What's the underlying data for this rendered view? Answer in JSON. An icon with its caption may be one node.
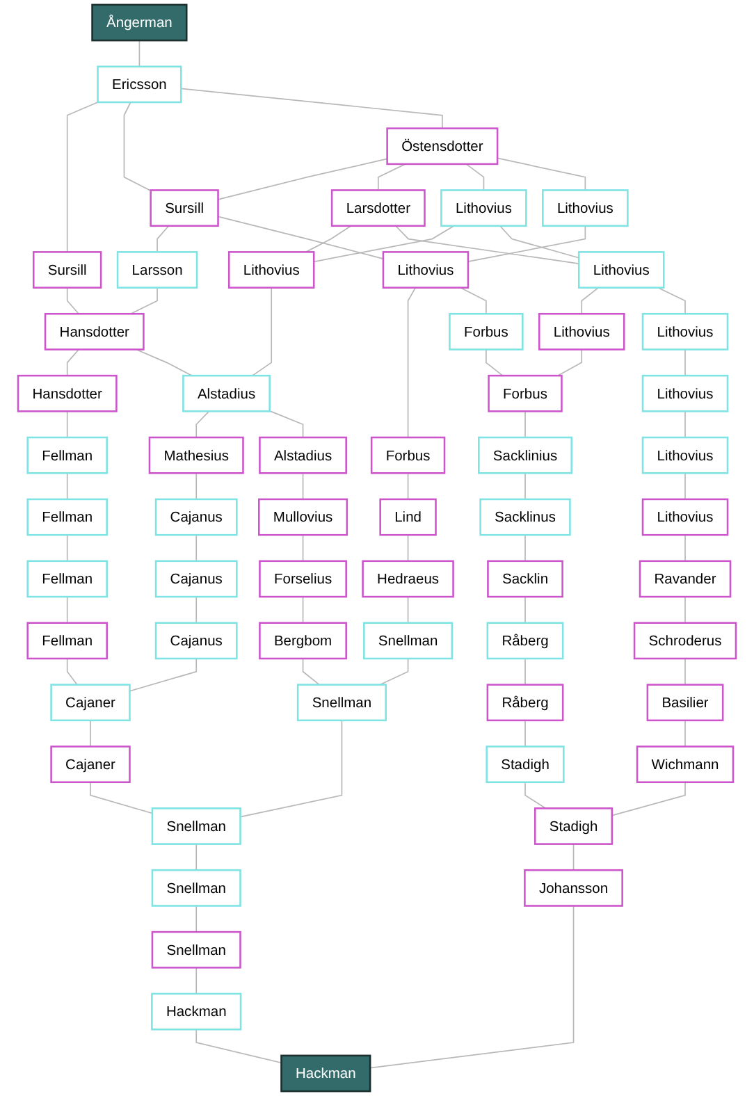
{
  "diagram": {
    "nodes": [
      {
        "text": [
          "Ångerman"
        ]
      },
      {
        "text": [
          "Ericsson"
        ]
      },
      {
        "text": [
          "Sursill"
        ]
      },
      {
        "text": [
          "Sursill"
        ]
      },
      {
        "text": [
          "Östensdotter"
        ]
      },
      {
        "text": [
          "Larsson"
        ]
      },
      {
        "text": [
          "Larsdotter"
        ]
      },
      {
        "text": [
          "Lithovius"
        ]
      },
      {
        "text": [
          "Lithovius"
        ]
      },
      {
        "text": [
          "Hansdotter"
        ]
      },
      {
        "text": [
          "Hansdotter"
        ]
      },
      {
        "text": [
          "Lithovius"
        ]
      },
      {
        "text": [
          "Lithovius"
        ]
      },
      {
        "text": [
          "Lithovius"
        ]
      },
      {
        "text": [
          "Alstadius"
        ]
      },
      {
        "text": [
          "Fellman"
        ]
      },
      {
        "text": [
          "Mathesius"
        ]
      },
      {
        "text": [
          "Forbus"
        ]
      },
      {
        "text": [
          "Forbus"
        ]
      },
      {
        "text": [
          "Lithovius"
        ]
      },
      {
        "text": [
          "Lithovius"
        ]
      },
      {
        "text": [
          "Alstadius"
        ]
      },
      {
        "text": [
          "Cajanus"
        ]
      },
      {
        "text": [
          "Fellman"
        ]
      },
      {
        "text": [
          "Forbus"
        ]
      },
      {
        "text": [
          "Lithovius"
        ]
      },
      {
        "text": [
          "Lind"
        ]
      },
      {
        "text": [
          "Mullovius"
        ]
      },
      {
        "text": [
          "Cajanus"
        ]
      },
      {
        "text": [
          "Fellman"
        ]
      },
      {
        "text": [
          "Sacklinius"
        ]
      },
      {
        "text": [
          "Lithovius"
        ]
      },
      {
        "text": [
          "Hedraeus"
        ]
      },
      {
        "text": [
          "Forselius"
        ]
      },
      {
        "text": [
          "Cajanus"
        ]
      },
      {
        "text": [
          "Fellman"
        ]
      },
      {
        "text": [
          "Sacklinus"
        ]
      },
      {
        "text": [
          "Lithovius"
        ]
      },
      {
        "text": [
          "Bergbom"
        ]
      },
      {
        "text": [
          "Snellman"
        ]
      },
      {
        "text": [
          "Cajaner"
        ]
      },
      {
        "text": [
          "Sacklin"
        ]
      },
      {
        "text": [
          "Ravander"
        ]
      },
      {
        "text": [
          "Snellman"
        ]
      },
      {
        "text": [
          "Cajaner"
        ]
      },
      {
        "text": [
          "Råberg"
        ]
      },
      {
        "text": [
          "Schroderus"
        ]
      },
      {
        "text": [
          "Snellman"
        ]
      },
      {
        "text": [
          "Råberg"
        ]
      },
      {
        "text": [
          "Basilier"
        ]
      },
      {
        "text": [
          "Snellman"
        ]
      },
      {
        "text": [
          "Stadigh"
        ]
      },
      {
        "text": [
          "Wichmann"
        ]
      },
      {
        "text": [
          "Snellman"
        ]
      },
      {
        "text": [
          "Stadigh"
        ]
      },
      {
        "text": [
          "Hackman"
        ]
      },
      {
        "text": [
          "Johansson"
        ]
      },
      {
        "text": [
          "Hackman"
        ]
      }
    ],
    "edges": [
      {
        "from": 0,
        "to": 1,
        "arrow": "none"
      },
      {
        "from": 1,
        "to": 2,
        "arrow": "none"
      },
      {
        "from": 1,
        "to": 3,
        "arrow": "none"
      },
      {
        "from": 1,
        "to": 4,
        "arrow": "none"
      },
      {
        "from": 4,
        "to": 3,
        "arrow": "none"
      },
      {
        "from": 4,
        "to": 6,
        "arrow": "none"
      },
      {
        "from": 4,
        "to": 7,
        "arrow": "none"
      },
      {
        "from": 4,
        "to": 8,
        "arrow": "none"
      },
      {
        "from": 2,
        "to": 9,
        "arrow": "none"
      },
      {
        "from": 3,
        "to": 5,
        "arrow": "none"
      },
      {
        "from": 3,
        "to": 12,
        "arrow": "none"
      },
      {
        "from": 5,
        "to": 9,
        "arrow": "none"
      },
      {
        "from": 6,
        "to": 11,
        "arrow": "none"
      },
      {
        "from": 6,
        "to": 13,
        "arrow": "none"
      },
      {
        "from": 7,
        "to": 11,
        "arrow": "none"
      },
      {
        "from": 7,
        "to": 13,
        "arrow": "none"
      },
      {
        "from": 8,
        "to": 12,
        "arrow": "none"
      },
      {
        "from": 9,
        "to": 10,
        "arrow": "none"
      },
      {
        "from": 9,
        "to": 14,
        "arrow": "none"
      },
      {
        "from": 11,
        "to": 14,
        "arrow": "none"
      },
      {
        "from": 10,
        "to": 15,
        "arrow": "none"
      },
      {
        "from": 14,
        "to": 16,
        "arrow": "none"
      },
      {
        "from": 14,
        "to": 21,
        "arrow": "none"
      },
      {
        "from": 12,
        "to": 17,
        "arrow": "none"
      },
      {
        "from": 12,
        "to": 18,
        "arrow": "none"
      },
      {
        "from": 13,
        "to": 19,
        "arrow": "none"
      },
      {
        "from": 13,
        "to": 20,
        "arrow": "none"
      },
      {
        "from": 15,
        "to": 23,
        "arrow": "none"
      },
      {
        "from": 16,
        "to": 22,
        "arrow": "none"
      },
      {
        "from": 17,
        "to": 26,
        "arrow": "none"
      },
      {
        "from": 18,
        "to": 24,
        "arrow": "none"
      },
      {
        "from": 19,
        "to": 24,
        "arrow": "none"
      },
      {
        "from": 20,
        "to": 25,
        "arrow": "none"
      },
      {
        "from": 21,
        "to": 27,
        "arrow": "none"
      },
      {
        "from": 22,
        "to": 28,
        "arrow": "none"
      },
      {
        "from": 23,
        "to": 29,
        "arrow": "none"
      },
      {
        "from": 24,
        "to": 30,
        "arrow": "none"
      },
      {
        "from": 25,
        "to": 31,
        "arrow": "none"
      },
      {
        "from": 26,
        "to": 32,
        "arrow": "none"
      },
      {
        "from": 27,
        "to": 33,
        "arrow": "none"
      },
      {
        "from": 28,
        "to": 34,
        "arrow": "none"
      },
      {
        "from": 29,
        "to": 35,
        "arrow": "none"
      },
      {
        "from": 30,
        "to": 36,
        "arrow": "none"
      },
      {
        "from": 31,
        "to": 37,
        "arrow": "none"
      },
      {
        "from": 32,
        "to": 39,
        "arrow": "none"
      },
      {
        "from": 33,
        "to": 38,
        "arrow": "none"
      },
      {
        "from": 34,
        "to": 40,
        "arrow": "none"
      },
      {
        "from": 35,
        "to": 40,
        "arrow": "none"
      },
      {
        "from": 36,
        "to": 41,
        "arrow": "none"
      },
      {
        "from": 37,
        "to": 42,
        "arrow": "none"
      },
      {
        "from": 38,
        "to": 43,
        "arrow": "none"
      },
      {
        "from": 39,
        "to": 43,
        "arrow": "none"
      },
      {
        "from": 40,
        "to": 44,
        "arrow": "none"
      },
      {
        "from": 41,
        "to": 45,
        "arrow": "none"
      },
      {
        "from": 42,
        "to": 46,
        "arrow": "none"
      },
      {
        "from": 43,
        "to": 47,
        "arrow": "none"
      },
      {
        "from": 44,
        "to": 47,
        "arrow": "none"
      },
      {
        "from": 45,
        "to": 48,
        "arrow": "none"
      },
      {
        "from": 46,
        "to": 49,
        "arrow": "none"
      },
      {
        "from": 47,
        "to": 50,
        "arrow": "none"
      },
      {
        "from": 48,
        "to": 51,
        "arrow": "none"
      },
      {
        "from": 49,
        "to": 52,
        "arrow": "none"
      },
      {
        "from": 50,
        "to": 53,
        "arrow": "none"
      },
      {
        "from": 51,
        "to": 54,
        "arrow": "none"
      },
      {
        "from": 52,
        "to": 54,
        "arrow": "none"
      },
      {
        "from": 53,
        "to": 55,
        "arrow": "none"
      },
      {
        "from": 54,
        "to": 56,
        "arrow": "none"
      },
      {
        "from": 55,
        "to": 57,
        "arrow": "none"
      },
      {
        "from": 56,
        "to": 57,
        "arrow": "none"
      }
    ]
  }
}
